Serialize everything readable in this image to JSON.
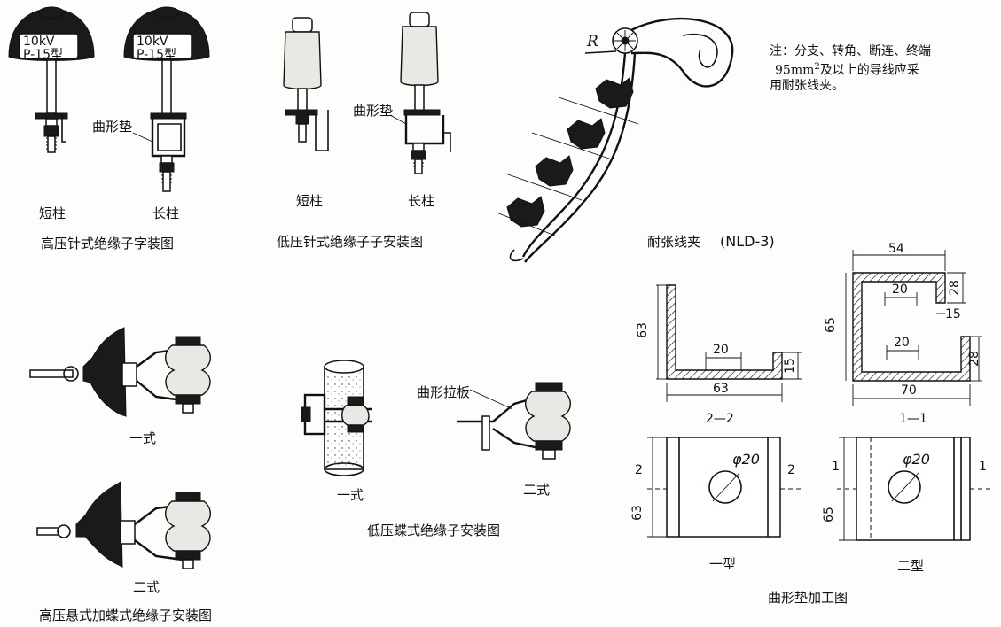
{
  "insulator_plate_text": {
    "line1": "10kV",
    "line2": "P-15型"
  },
  "hv_pin": {
    "caption": "高压针式绝缘子字装图",
    "short_pole": "短柱",
    "long_pole": "长柱",
    "curved_pad_label": "曲形垫"
  },
  "lv_pin": {
    "caption": "低压针式绝缘子子安装图",
    "short_pole": "短柱",
    "long_pole": "长柱",
    "curved_pad_label": "曲形垫"
  },
  "tension_clamp": {
    "caption": "耐张线夹",
    "model": "(NLD-3)",
    "radius_label": "R"
  },
  "note": {
    "line1": "注：分支、转角、断连、终端",
    "line2_num": "95mm",
    "line2_sup": "2",
    "line2_rest": "及以上的导线应采",
    "line3": "用耐张线夹。"
  },
  "hv_suspension": {
    "caption": "高压悬式加蝶式绝缘子安装图",
    "type1": "一式",
    "type2": "二式"
  },
  "lv_butterfly": {
    "caption": "低压蝶式绝缘子安装图",
    "type1": "一式",
    "type2": "二式",
    "plate_label": "曲形拉板"
  },
  "pad_processing": {
    "caption": "曲形垫加工图",
    "section_2_2": {
      "title": "2—2",
      "height": "63",
      "inner_width": "20",
      "lip_height": "15",
      "width": "63"
    },
    "section_1_1": {
      "title": "1—1",
      "top_width": "54",
      "height": "65",
      "top_inner": "20",
      "top_lip": "28",
      "gap": "15",
      "bottom_inner": "20",
      "bottom_lip": "28",
      "width": "70"
    },
    "type1": {
      "name": "一型",
      "hole": "φ20",
      "section_mark_left": "2",
      "section_mark_right": "2",
      "height": "63"
    },
    "type2": {
      "name": "二型",
      "hole": "φ20",
      "section_mark_left": "1",
      "section_mark_right": "1",
      "height": "65"
    }
  }
}
